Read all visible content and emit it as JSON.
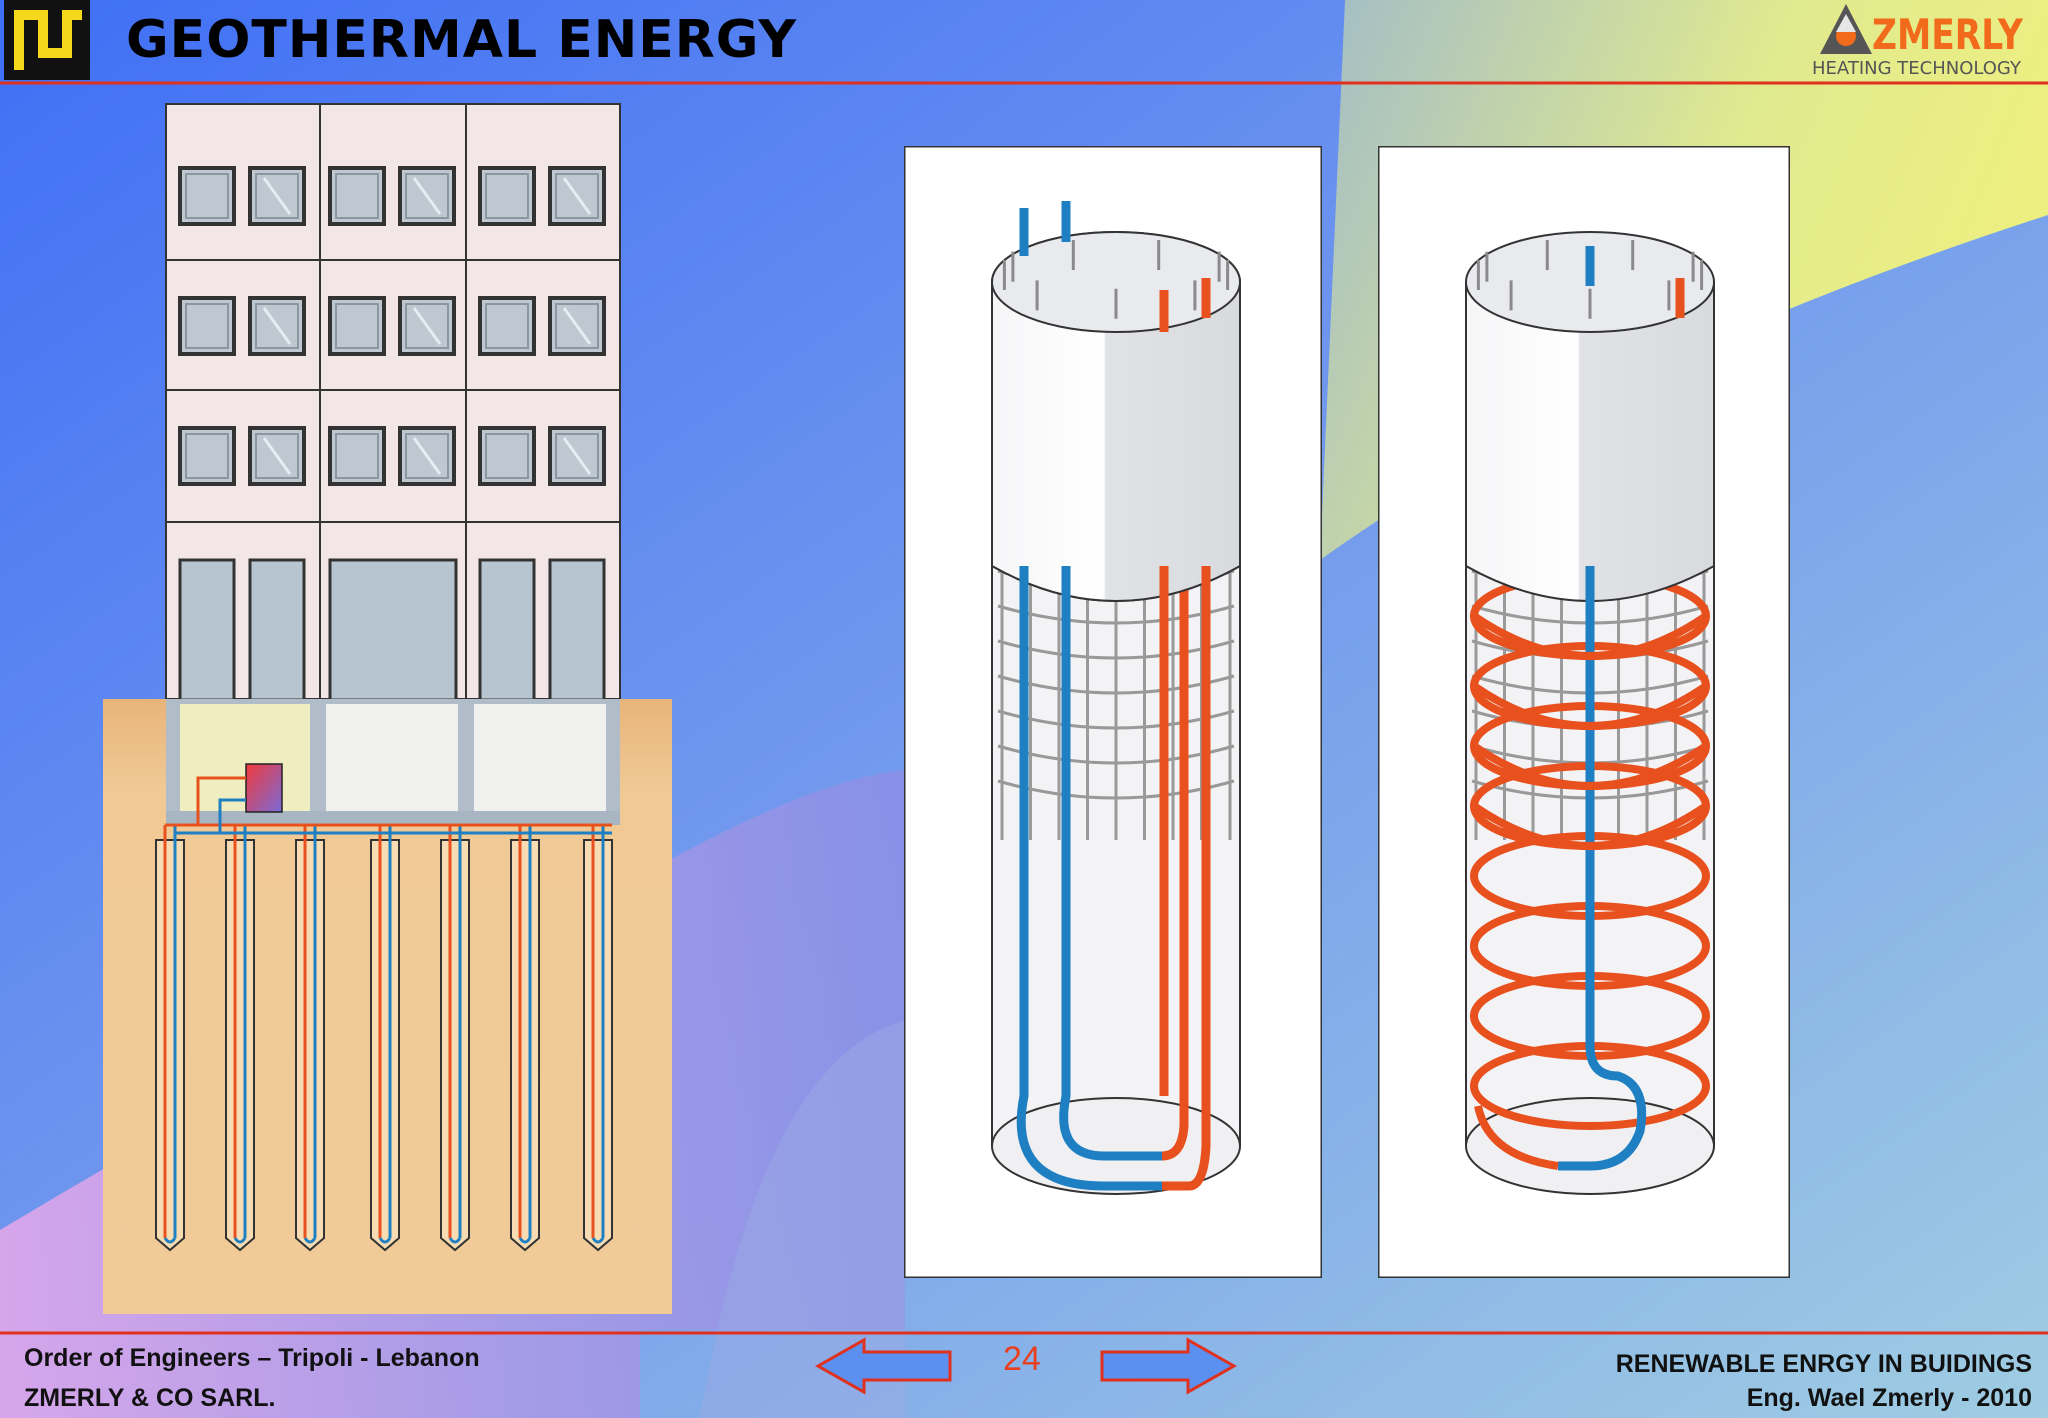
{
  "header": {
    "title": "GEOTHERMAL ENERGY",
    "logo_icon": "company-monogram-icon",
    "brand": {
      "name": "ZMERLY",
      "tagline": "HEATING TECHNOLOGY",
      "icon": "triangle-flame-icon"
    }
  },
  "footer": {
    "left_line1": "Order of Engineers – Tripoli - Lebanon",
    "left_line2": "ZMERLY & CO SARL.",
    "right_line1": "RENEWABLE ENRGY IN BUIDINGS",
    "right_line2": "Eng. Wael Zmerly - 2010",
    "page_number": "24",
    "prev_icon": "arrow-left-icon",
    "next_icon": "arrow-right-icon"
  },
  "colors": {
    "accent_line": "#e0301e",
    "pipe_supply": "#e8501e",
    "pipe_return": "#1e7fc2",
    "soil": "#f0c995",
    "facade": "#f2e6e6",
    "page_number": "#e8401e"
  }
}
